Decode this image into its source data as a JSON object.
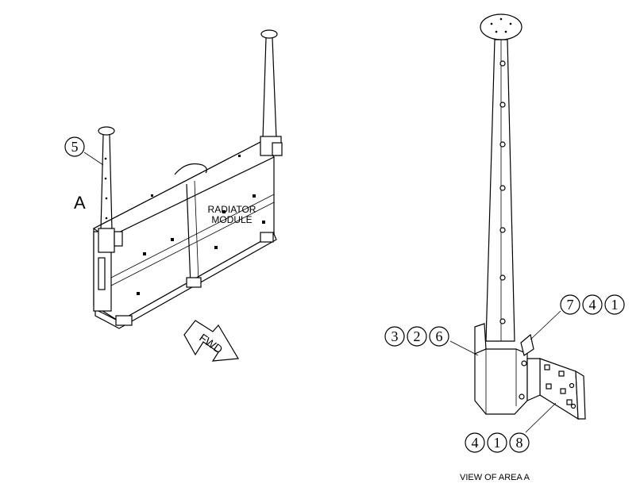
{
  "labels": {
    "area_letter": "A",
    "module": [
      "RADIATOR",
      "MODULE"
    ],
    "fwd": "FWD",
    "view_caption": "VIEW OF AREA A"
  },
  "callouts": {
    "left": [
      "5"
    ],
    "view_upper_left": [
      "3",
      "2",
      "6"
    ],
    "view_upper_right": [
      "7",
      "4",
      "1"
    ],
    "view_lower": [
      "4",
      "1",
      "8"
    ]
  }
}
